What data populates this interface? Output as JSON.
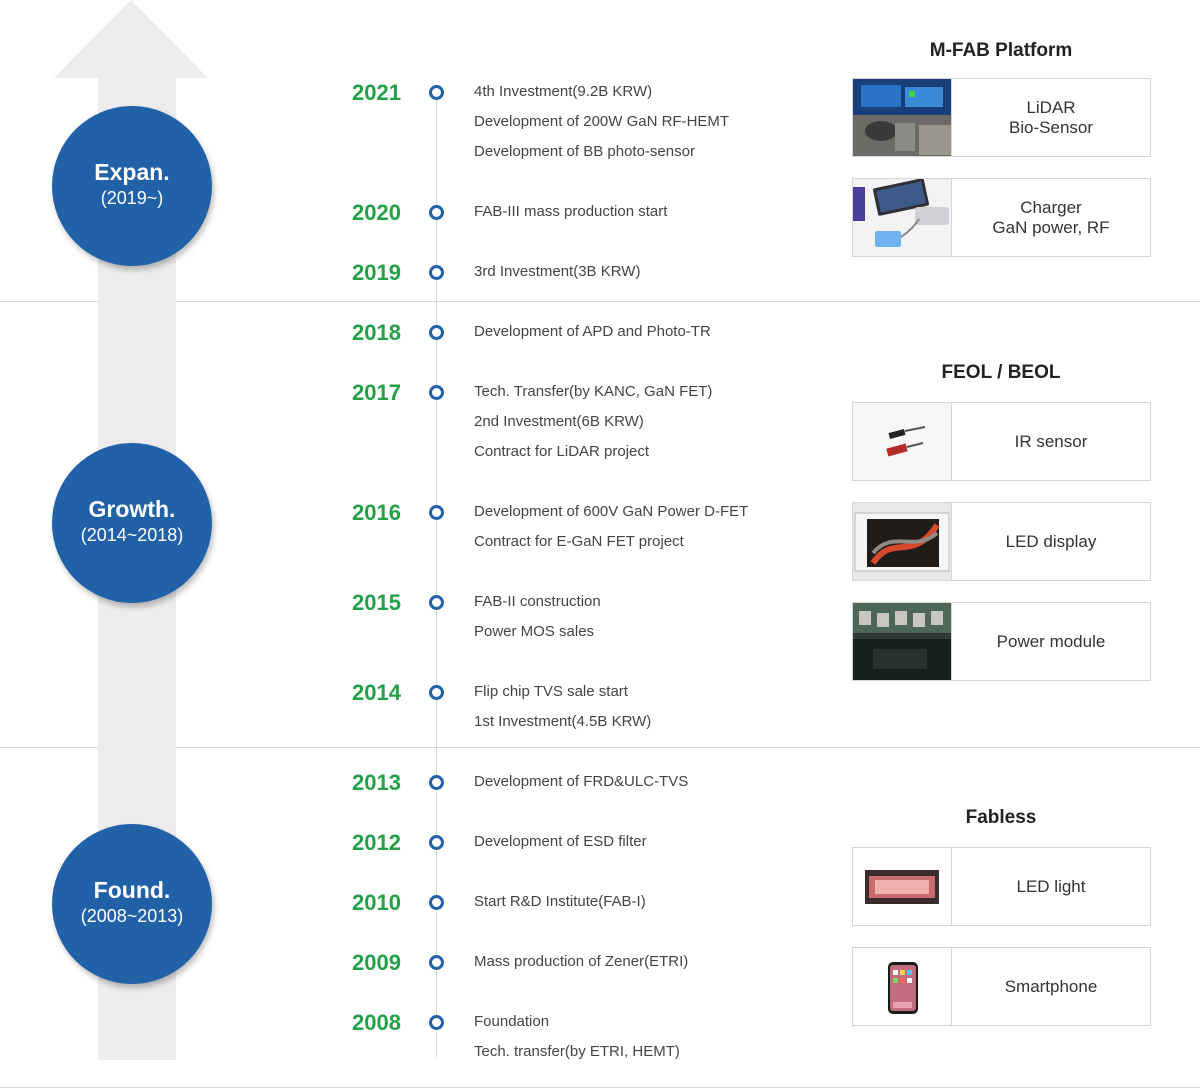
{
  "eras": [
    {
      "name": "Expan.",
      "range": "(2019~)"
    },
    {
      "name": "Growth.",
      "range": "(2014~2018)"
    },
    {
      "name": "Found.",
      "range": "(2008~2013)"
    }
  ],
  "timeline": [
    {
      "year": "2021",
      "events": [
        "4th Investment(9.2B KRW)",
        "Development of 200W GaN RF-HEMT",
        "Development of BB photo-sensor"
      ]
    },
    {
      "year": "2020",
      "events": [
        "FAB-III mass production start"
      ]
    },
    {
      "year": "2019",
      "events": [
        "3rd Investment(3B KRW)"
      ]
    },
    {
      "year": "2018",
      "events": [
        "Development of APD and Photo-TR"
      ]
    },
    {
      "year": "2017",
      "events": [
        "Tech. Transfer(by KANC, GaN FET)",
        "2nd Investment(6B  KRW)",
        "Contract for LiDAR project"
      ]
    },
    {
      "year": "2016",
      "events": [
        "Development of 600V GaN Power D-FET",
        "Contract for E-GaN FET project"
      ]
    },
    {
      "year": "2015",
      "events": [
        "FAB-II construction",
        "Power MOS sales"
      ]
    },
    {
      "year": "2014",
      "events": [
        "Flip chip TVS sale start",
        "1st Investment(4.5B KRW)"
      ]
    },
    {
      "year": "2013",
      "events": [
        "Development of FRD&ULC-TVS"
      ]
    },
    {
      "year": "2012",
      "events": [
        "Development of ESD filter"
      ]
    },
    {
      "year": "2010",
      "events": [
        "Start R&D Institute(FAB-I)"
      ]
    },
    {
      "year": "2009",
      "events": [
        "Mass production of Zener(ETRI)"
      ]
    },
    {
      "year": "2008",
      "events": [
        "Foundation",
        "Tech. transfer(by ETRI, HEMT)"
      ]
    }
  ],
  "sections": [
    {
      "title": "M-FAB Platform",
      "cards": [
        {
          "label": [
            "LiDAR",
            "Bio-Sensor"
          ],
          "icon": "car-dashboard-image"
        },
        {
          "label": [
            "Charger",
            "GaN power, RF"
          ],
          "icon": "charger-image"
        }
      ]
    },
    {
      "title": "FEOL / BEOL",
      "cards": [
        {
          "label": [
            "IR sensor"
          ],
          "icon": "ir-sensor-image"
        },
        {
          "label": [
            "LED display"
          ],
          "icon": "led-display-image"
        },
        {
          "label": [
            "Power module"
          ],
          "icon": "power-module-image"
        }
      ]
    },
    {
      "title": "Fabless",
      "cards": [
        {
          "label": [
            "LED light"
          ],
          "icon": "led-light-image"
        },
        {
          "label": [
            "Smartphone"
          ],
          "icon": "smartphone-image"
        }
      ]
    }
  ],
  "colors": {
    "era_circle": "#2161a8",
    "year": "#24a148",
    "dot": "#2161a8",
    "arrow": "#ececec"
  }
}
